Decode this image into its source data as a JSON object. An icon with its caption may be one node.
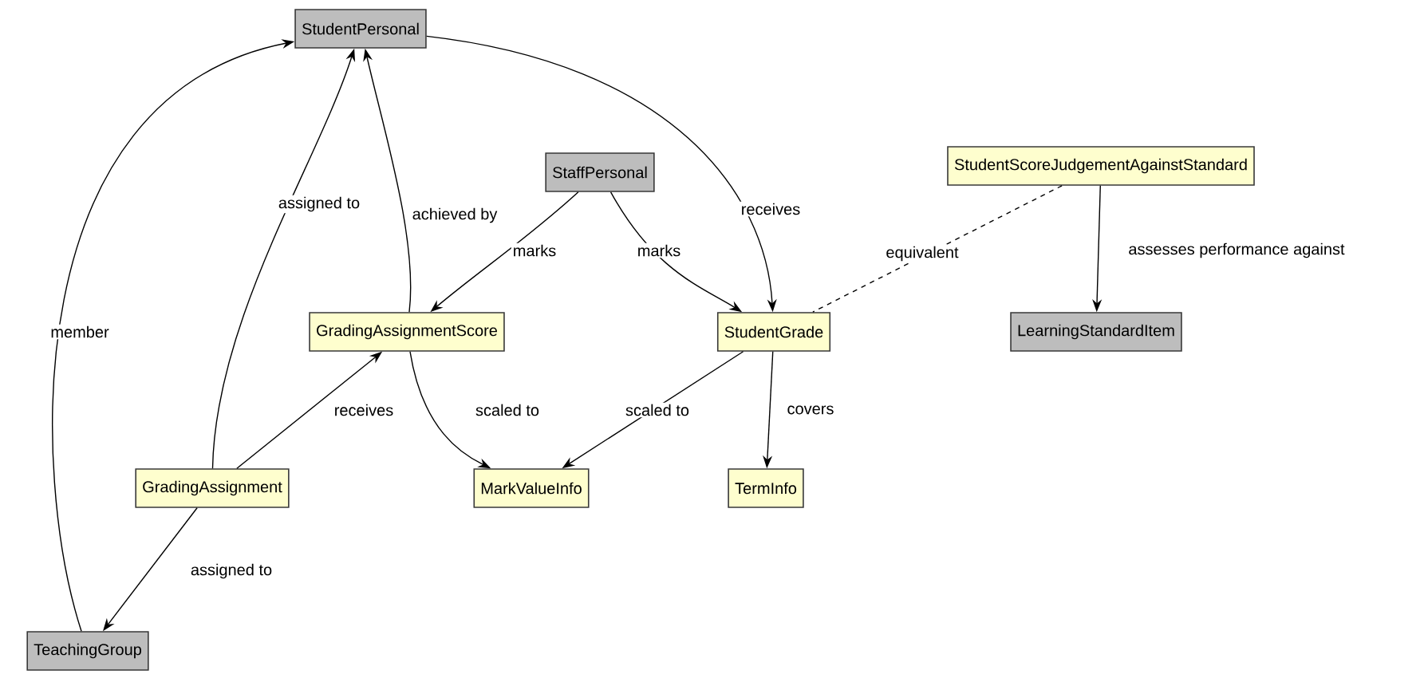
{
  "diagram": {
    "nodes": [
      {
        "text": [
          "StudentPersonal"
        ]
      },
      {
        "text": [
          "StaffPersonal"
        ]
      },
      {
        "text": [
          "StudentScoreJudgementAgainstStandard"
        ]
      },
      {
        "text": [
          "GradingAssignmentScore"
        ]
      },
      {
        "text": [
          "StudentGrade"
        ]
      },
      {
        "text": [
          "LearningStandardItem"
        ]
      },
      {
        "text": [
          "GradingAssignment"
        ]
      },
      {
        "text": [
          "MarkValueInfo"
        ]
      },
      {
        "text": [
          "TermInfo"
        ]
      },
      {
        "text": [
          "TeachingGroup"
        ]
      }
    ],
    "edges": [
      {
        "from": 9,
        "to": 0,
        "arrow": "to",
        "label": "member"
      },
      {
        "from": 6,
        "to": 0,
        "arrow": "to",
        "label": "assigned to"
      },
      {
        "from": 3,
        "to": 0,
        "arrow": "to",
        "label": "achieved by"
      },
      {
        "from": 0,
        "to": 4,
        "arrow": "to",
        "label": "receives"
      },
      {
        "from": 1,
        "to": 3,
        "arrow": "to",
        "label": "marks"
      },
      {
        "from": 1,
        "to": 4,
        "arrow": "to",
        "label": "marks"
      },
      {
        "from": 2,
        "to": 4,
        "arrow": "none",
        "label": "equivalent",
        "style": "dashed"
      },
      {
        "from": 2,
        "to": 5,
        "arrow": "to",
        "label": "assesses performance against"
      },
      {
        "from": 6,
        "to": 3,
        "arrow": "to",
        "label": "receives"
      },
      {
        "from": 3,
        "to": 7,
        "arrow": "to",
        "label": "scaled to"
      },
      {
        "from": 4,
        "to": 7,
        "arrow": "to",
        "label": "scaled to"
      },
      {
        "from": 4,
        "to": 8,
        "arrow": "to",
        "label": "covers"
      },
      {
        "from": 6,
        "to": 9,
        "arrow": "to",
        "label": "assigned to"
      }
    ]
  }
}
